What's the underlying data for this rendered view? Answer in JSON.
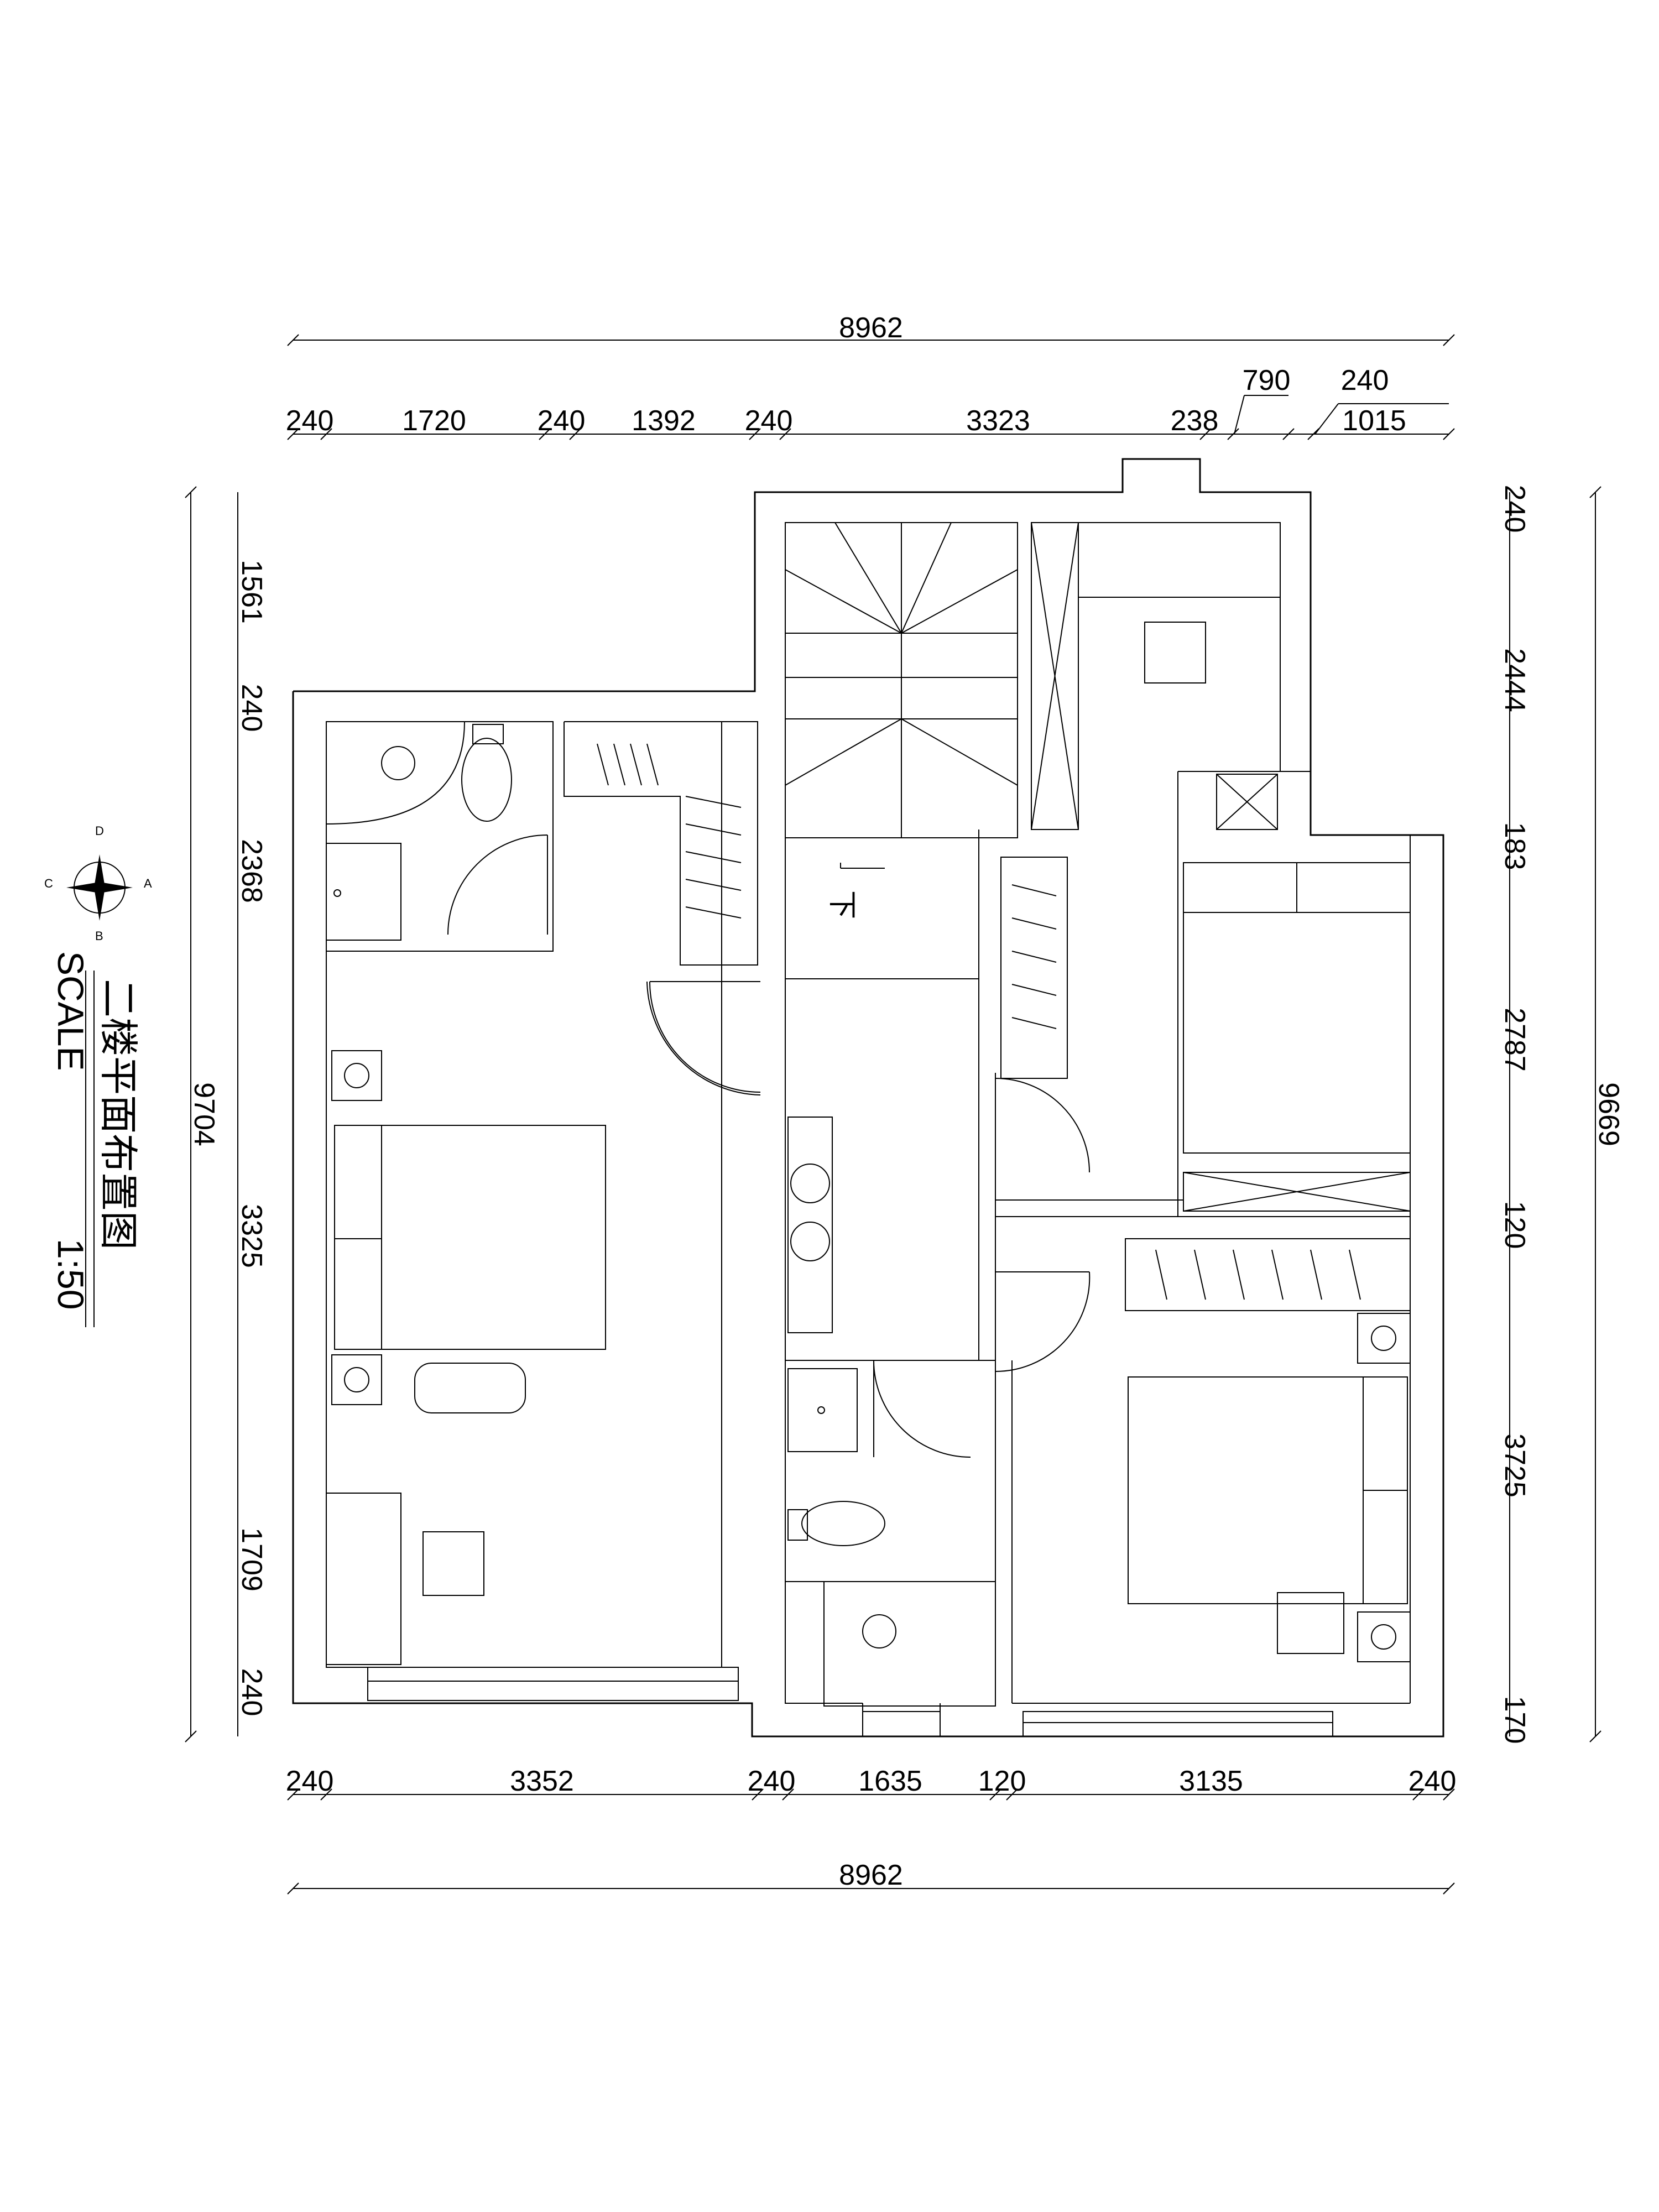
{
  "plan": {
    "title": "二楼平面布置图",
    "scale_label": "SCALE",
    "scale_value": "1:50",
    "stair_label": "下",
    "compass": {
      "a": "A",
      "b": "B",
      "c": "C",
      "d": "D"
    }
  },
  "dims": {
    "top_total": "8962",
    "bottom_total": "8962",
    "left_total": "9704",
    "right_total": "9669",
    "top_row": [
      "240",
      "1720",
      "240",
      "1392",
      "240",
      "3323",
      "238",
      "1015"
    ],
    "top_raised": [
      "790",
      "240"
    ],
    "bottom_row": [
      "240",
      "3352",
      "240",
      "1635",
      "120",
      "3135",
      "240"
    ],
    "left_col": [
      "1561",
      "240",
      "2368",
      "3325",
      "1709",
      "240"
    ],
    "right_col": [
      "240",
      "2444",
      "183",
      "2787",
      "120",
      "3725",
      "170"
    ]
  }
}
